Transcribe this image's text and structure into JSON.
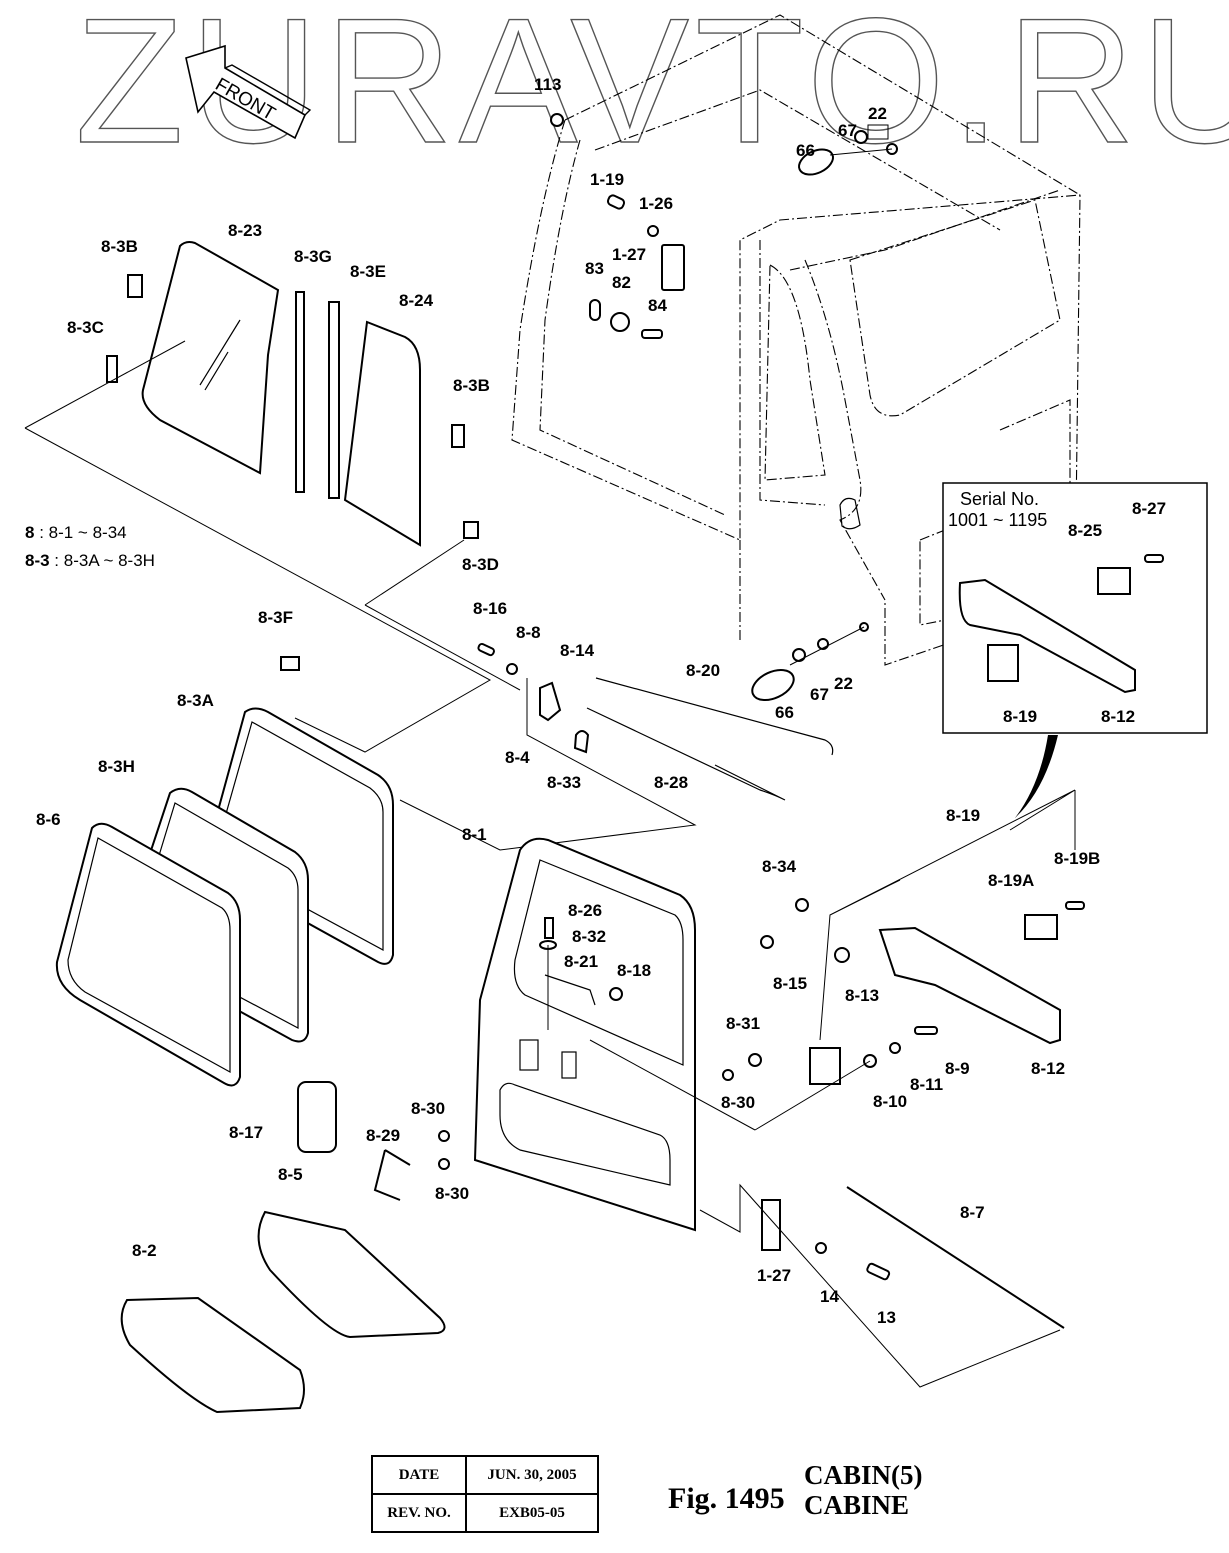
{
  "watermark": "ZURAVTO.RU",
  "front_arrow_label": "FRONT",
  "notes": [
    {
      "key": "8",
      "value": " : 8-1 ~ 8-34"
    },
    {
      "key": "8-3",
      "value": " : 8-3A ~ 8-3H"
    }
  ],
  "inset": {
    "title_line1": "Serial No.",
    "title_line2": "1001 ~ 1195",
    "labels": [
      "8-27",
      "8-25",
      "8-19",
      "8-12"
    ]
  },
  "callouts": {
    "c113": "113",
    "c22a": "22",
    "c67a": "67",
    "c66a": "66",
    "c1_19": "1-19",
    "c1_26": "1-26",
    "c1_27a": "1-27",
    "c83": "83",
    "c82": "82",
    "c84": "84",
    "c8_23": "8-23",
    "c8_3B1": "8-3B",
    "c8_3G": "8-3G",
    "c8_3E": "8-3E",
    "c8_24": "8-24",
    "c8_3C": "8-3C",
    "c8_3B2": "8-3B",
    "c8_3D": "8-3D",
    "c8_3F": "8-3F",
    "c8_16": "8-16",
    "c8_8": "8-8",
    "c8_14": "8-14",
    "c8_20": "8-20",
    "c8_4": "8-4",
    "c8_33": "8-33",
    "c8_28": "8-28",
    "c66b": "66",
    "c67b": "67",
    "c22b": "22",
    "c8_3A": "8-3A",
    "c8_3H": "8-3H",
    "c8_6": "8-6",
    "c8_1": "8-1",
    "c8_26": "8-26",
    "c8_32": "8-32",
    "c8_21": "8-21",
    "c8_18": "8-18",
    "c8_34": "8-34",
    "c8_15": "8-15",
    "c8_19": "8-19",
    "c8_19A": "8-19A",
    "c8_19B": "8-19B",
    "c8_13": "8-13",
    "c8_12": "8-12",
    "c8_31": "8-31",
    "c8_30a": "8-30",
    "c8_30b": "8-30",
    "c8_30c": "8-30",
    "c8_9": "8-9",
    "c8_11": "8-11",
    "c8_10": "8-10",
    "c8_17": "8-17",
    "c8_29": "8-29",
    "c8_5": "8-5",
    "c8_2": "8-2",
    "c1_27b": "1-27",
    "c14": "14",
    "c13": "13",
    "c8_7": "8-7"
  },
  "title_block": {
    "date_label": "DATE",
    "date_value": "JUN. 30, 2005",
    "rev_label": "REV. NO.",
    "rev_value": "EXB05-05"
  },
  "figure": {
    "number": "Fig. 1495",
    "title_en": "CABIN(5)",
    "title_fr": "CABINE"
  }
}
